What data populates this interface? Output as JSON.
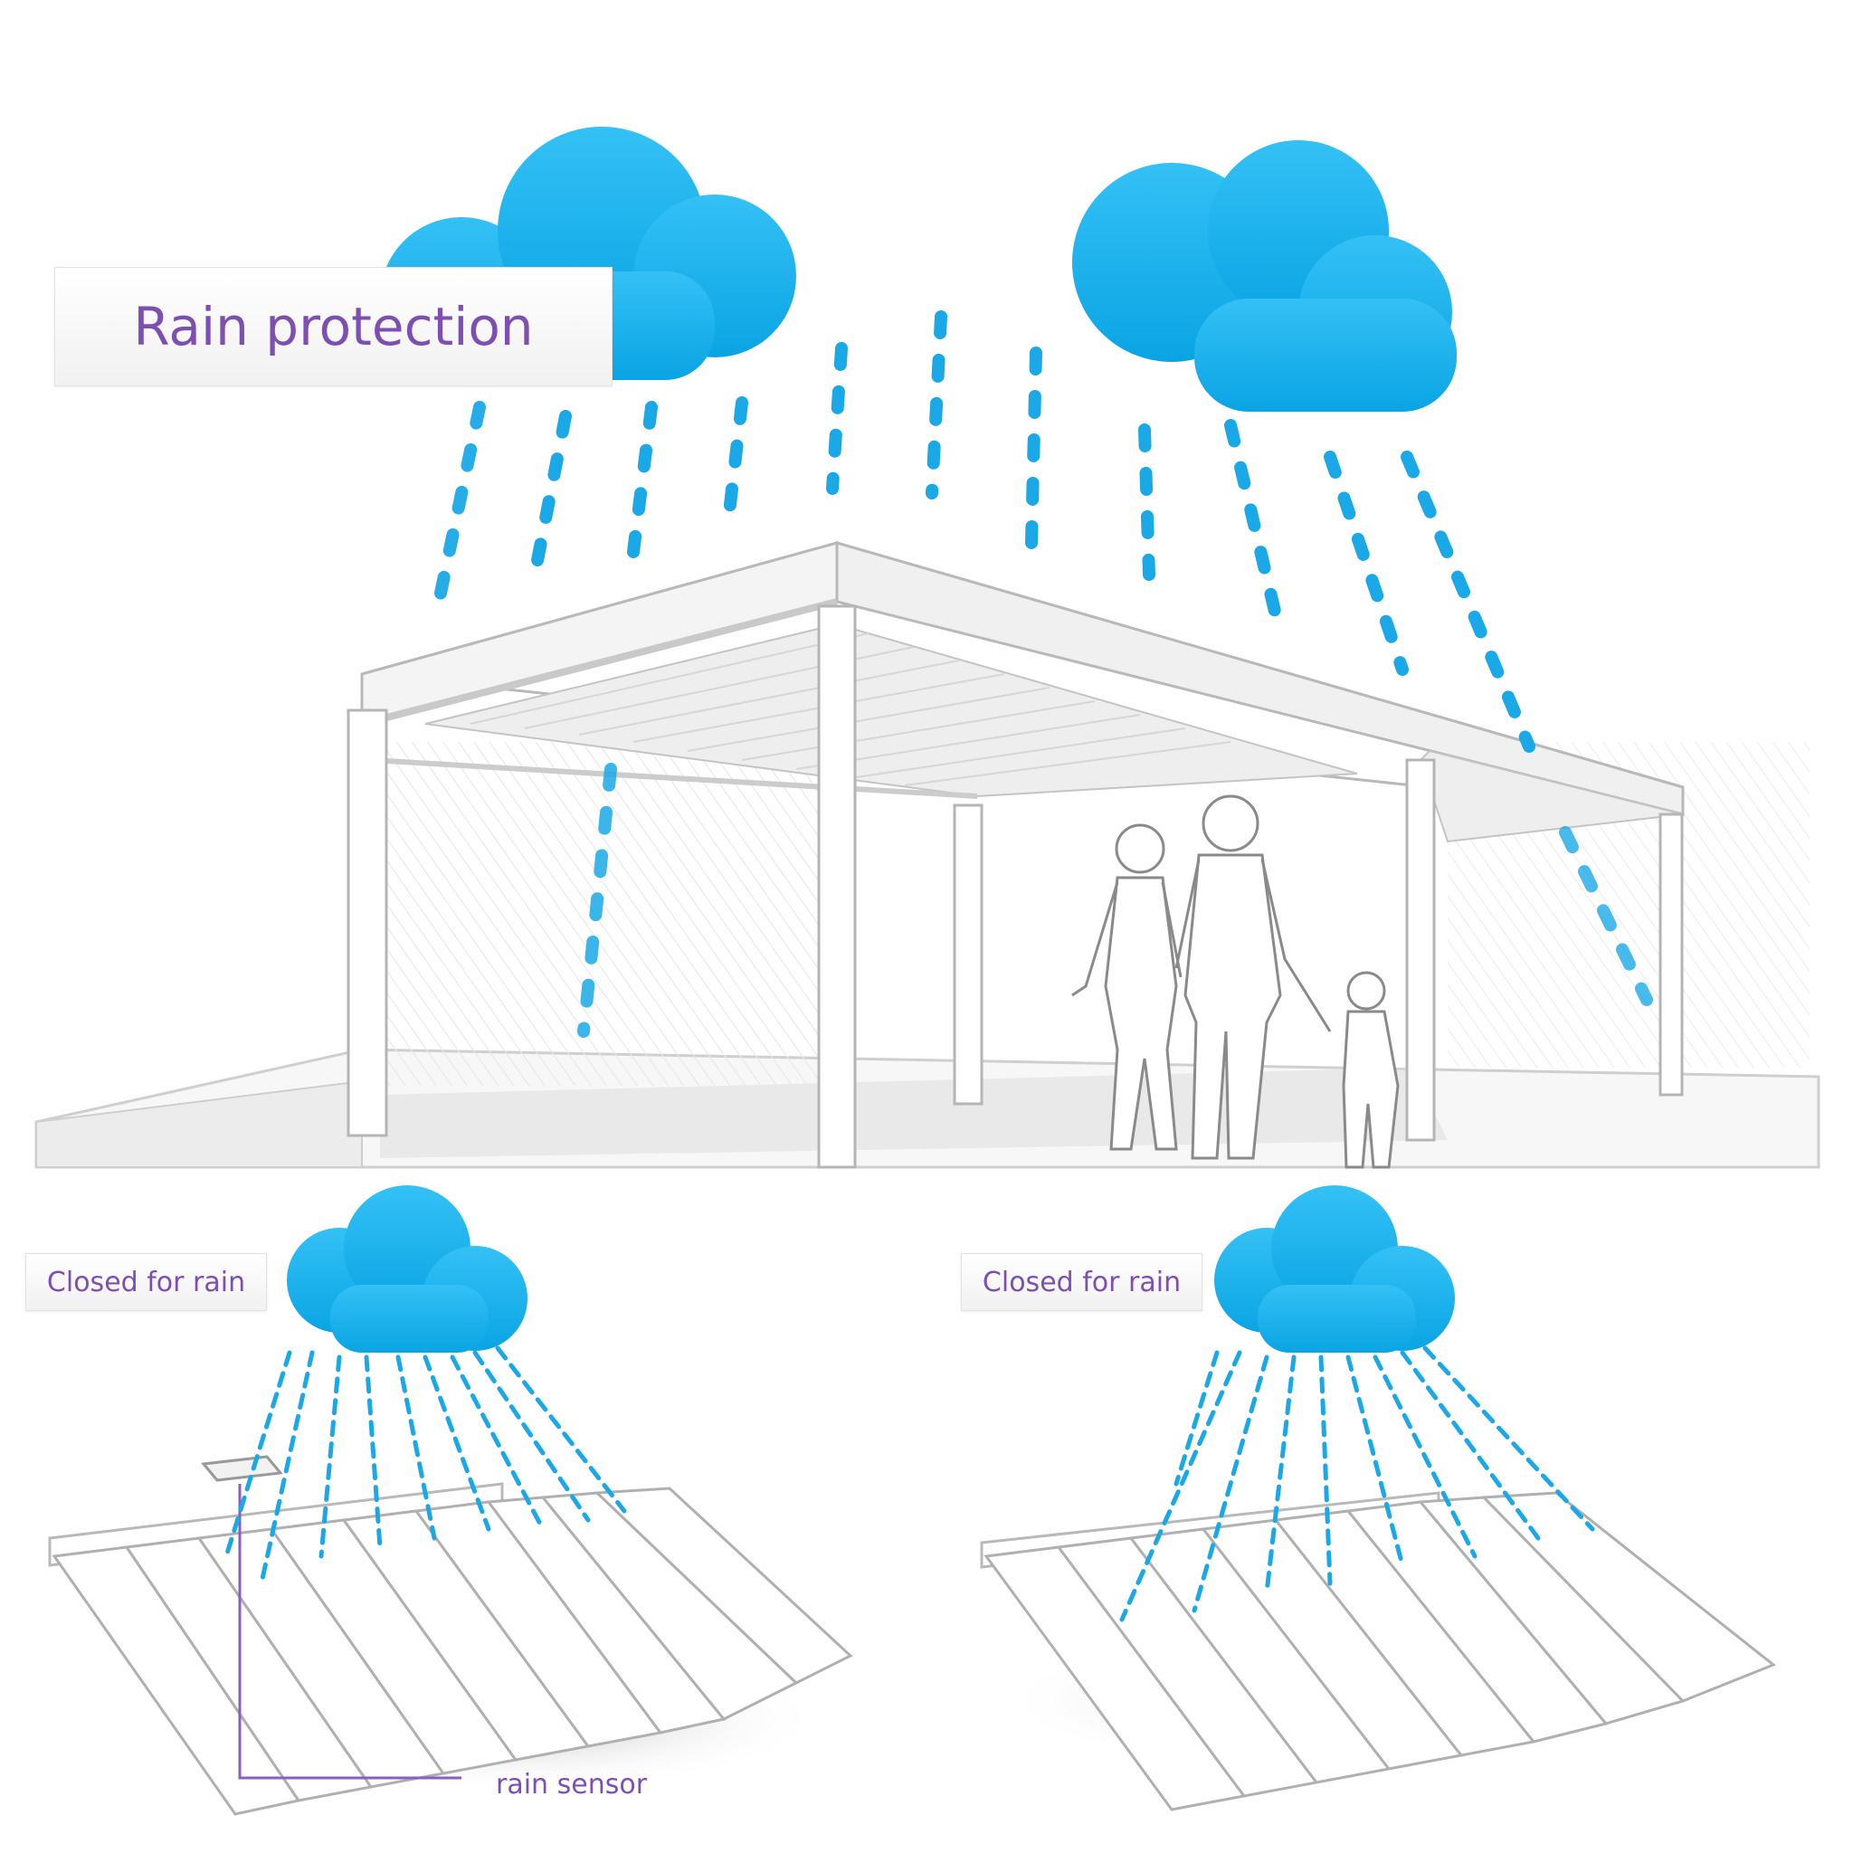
{
  "title": "Rain protection",
  "panels": {
    "left_caption": "Closed for rain",
    "right_caption": "Closed for rain"
  },
  "callout": {
    "rain_sensor": "rain sensor"
  },
  "colors": {
    "cloud": "#0baae9",
    "rain": "#1aa9e6",
    "label_text": "#7e4fb3",
    "structure_outline": "#b9b9b9"
  },
  "icons": [
    "cloud-icon",
    "rain-drop-icon"
  ]
}
